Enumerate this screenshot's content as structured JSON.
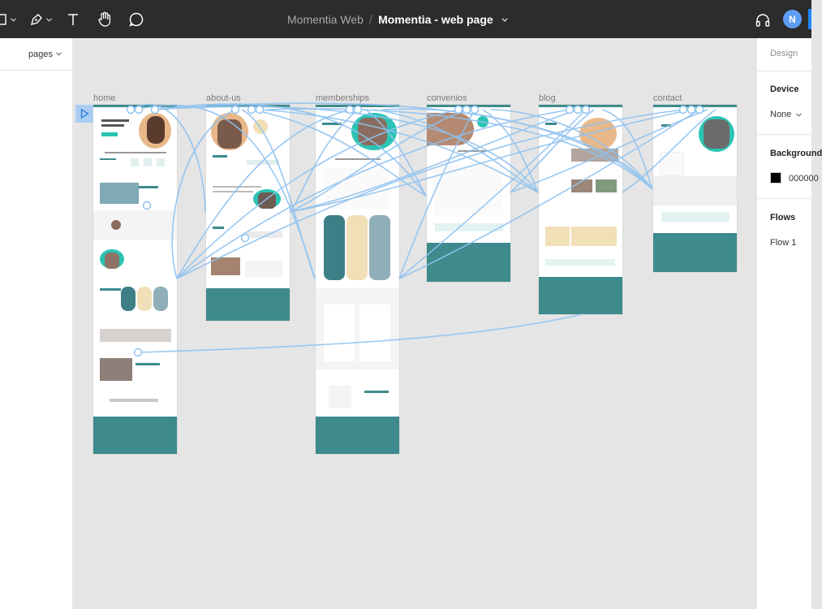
{
  "toolbar": {
    "tools": [
      {
        "name": "frame-tool",
        "icon": "frame-icon"
      },
      {
        "name": "pen-tool",
        "icon": "pen-icon"
      },
      {
        "name": "text-tool",
        "icon": "text-icon"
      },
      {
        "name": "hand-tool",
        "icon": "hand-icon"
      },
      {
        "name": "comment-tool",
        "icon": "comment-icon"
      }
    ],
    "project": "Momentia Web",
    "separator": "/",
    "filename": "Momentia - web page",
    "audio_icon": "headphones-icon",
    "avatar_initial": "N"
  },
  "left_panel": {
    "pages_label": "pages"
  },
  "right_panel": {
    "tab": "Design",
    "device_heading": "Device",
    "device_value": "None",
    "background_heading": "Background",
    "background_value": "000000",
    "background_color": "#000000",
    "flows_heading": "Flows",
    "flow_item": "Flow 1"
  },
  "canvas": {
    "frames": [
      {
        "id": "home",
        "label": "home"
      },
      {
        "id": "about",
        "label": "about-us"
      },
      {
        "id": "memberships",
        "label": "memberships"
      },
      {
        "id": "convenios",
        "label": "convenios"
      },
      {
        "id": "blog",
        "label": "blog"
      },
      {
        "id": "contact",
        "label": "contact"
      }
    ],
    "colors": {
      "teal": "#3e8a8c",
      "accent": "#2bc4b4",
      "peach": "#e8b88a",
      "sand": "#f1dfb8",
      "connection": "#8fc2f0"
    }
  }
}
